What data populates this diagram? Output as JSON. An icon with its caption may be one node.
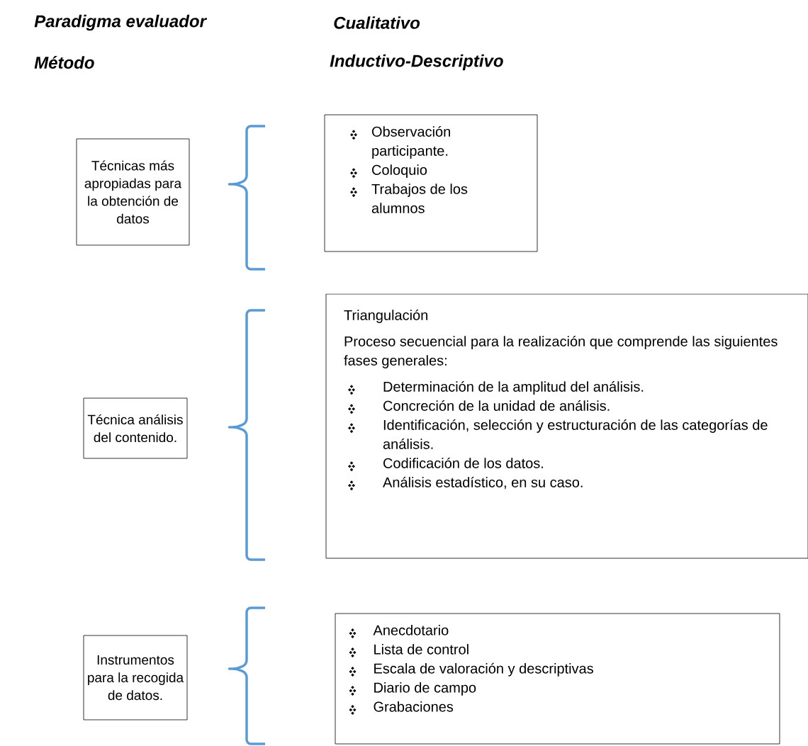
{
  "diagram": {
    "nodes": [
      {
        "text": [
          "Técnicas más apropiadas para la obtención de datos"
        ]
      },
      {
        "text": [
          "Observación participante.",
          "Coloquio",
          "Trabajos de los alumnos"
        ]
      },
      {
        "text": [
          "Técnica análisis del contenido."
        ]
      },
      {
        "text": [
          "Triangulación",
          "Proceso secuencial para la realización que comprende las siguientes fases generales:",
          "Determinación de la amplitud del análisis.",
          "Concreción de la unidad de análisis.",
          "Identificación, selección y estructuración de las categorías de análisis.",
          "Codificación de los datos.",
          "Análisis estadístico, en su caso."
        ]
      },
      {
        "text": [
          "Instrumentos para la recogida de datos."
        ]
      },
      {
        "text": [
          "Anecdotario",
          "Lista de control",
          "Escala de valoración y descriptivas",
          "Diario de campo",
          "Grabaciones"
        ]
      }
    ],
    "labels": [
      "Paradigma evaluador",
      "Cualitativo",
      "Método",
      "Inductivo-Descriptivo"
    ]
  }
}
